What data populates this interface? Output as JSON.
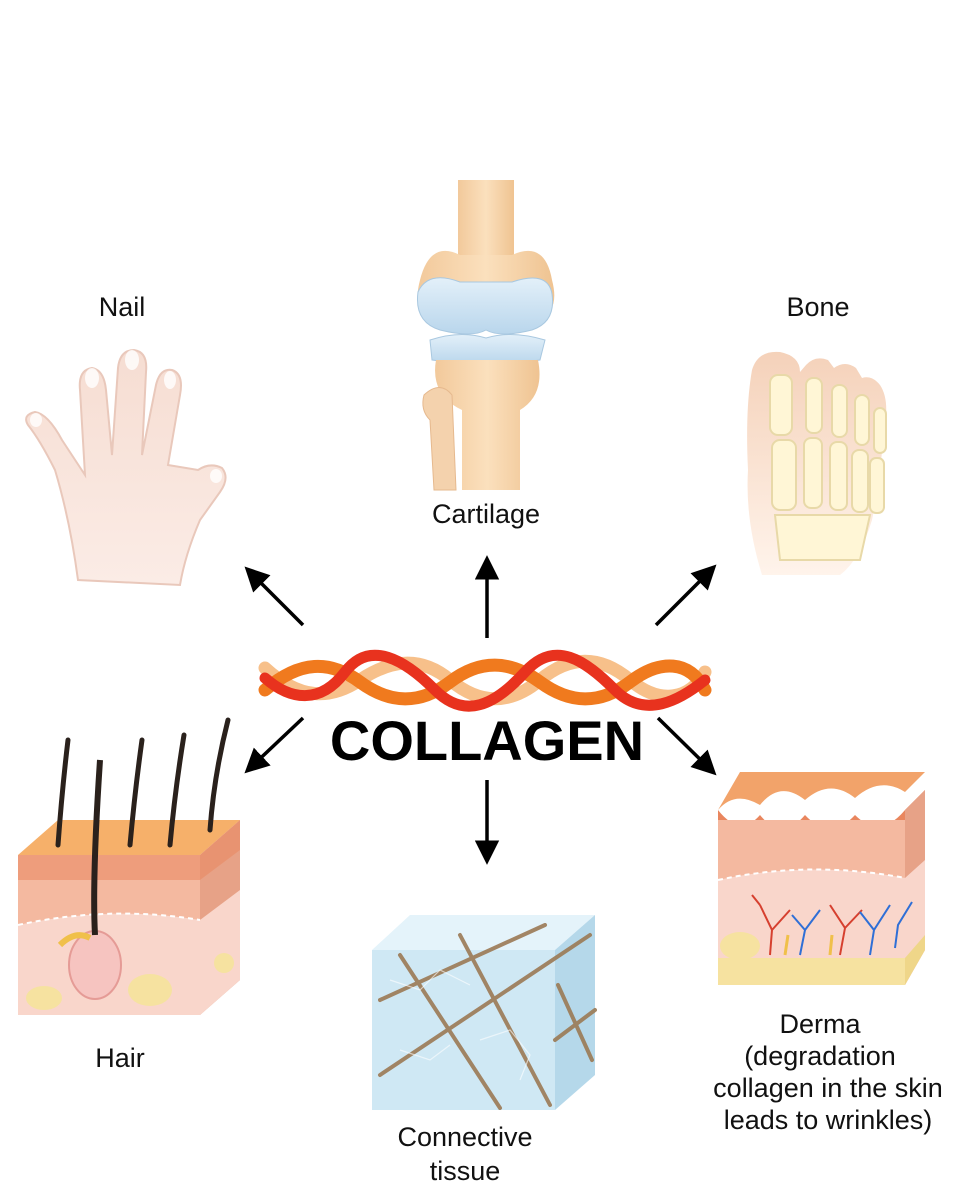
{
  "center": {
    "title": "COLLAGEN"
  },
  "items": [
    {
      "id": "nail",
      "label": "Nail"
    },
    {
      "id": "cartilage",
      "label": "Cartilage"
    },
    {
      "id": "bone",
      "label": "Bone"
    },
    {
      "id": "hair",
      "label": "Hair"
    },
    {
      "id": "connective",
      "label_lines": [
        "Connective",
        "tissue"
      ]
    },
    {
      "id": "derma",
      "label_lines": [
        "Derma",
        "(degradation",
        "collagen in the skin",
        "leads to wrinkles)"
      ]
    }
  ],
  "colors": {
    "strand_red": "#e8321e",
    "strand_orange": "#f07a1e",
    "strand_peach": "#f7c08a",
    "skin": "#f3c6a8",
    "cartilage": "#cfe3f2",
    "tissue_blue": "#cfe8f4",
    "fat": "#f6e2a0"
  }
}
